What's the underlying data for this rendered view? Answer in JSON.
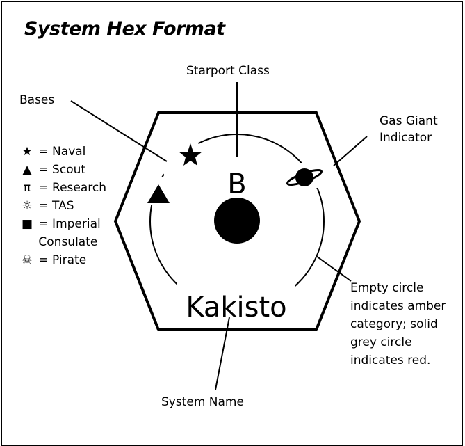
{
  "title": "System Hex Format",
  "labels": {
    "starport": "Starport Class",
    "bases": "Bases",
    "gas_giant_1": "Gas Giant",
    "gas_giant_2": "Indicator",
    "system_name": "System Name",
    "zone_1": "Empty circle",
    "zone_2": "indicates amber",
    "zone_3": "category; solid",
    "zone_4": "grey circle",
    "zone_5": "indicates red."
  },
  "hex": {
    "starport_code": "B",
    "system_name": "Kakisto"
  },
  "legend": [
    {
      "icon": "star-icon",
      "symbol": "★",
      "text": "= Naval"
    },
    {
      "icon": "triangle-icon",
      "symbol": "▲",
      "text": "= Scout"
    },
    {
      "icon": "pi-icon",
      "symbol": "π",
      "text": "= Research"
    },
    {
      "icon": "gear-icon",
      "symbol": "☼",
      "text": "= TAS"
    },
    {
      "icon": "square-icon",
      "symbol": "■",
      "text": "= Imperial"
    },
    {
      "icon": "",
      "symbol": "",
      "text": "Consulate"
    },
    {
      "icon": "skull-icon",
      "symbol": "☠",
      "text": "= Pirate"
    }
  ]
}
